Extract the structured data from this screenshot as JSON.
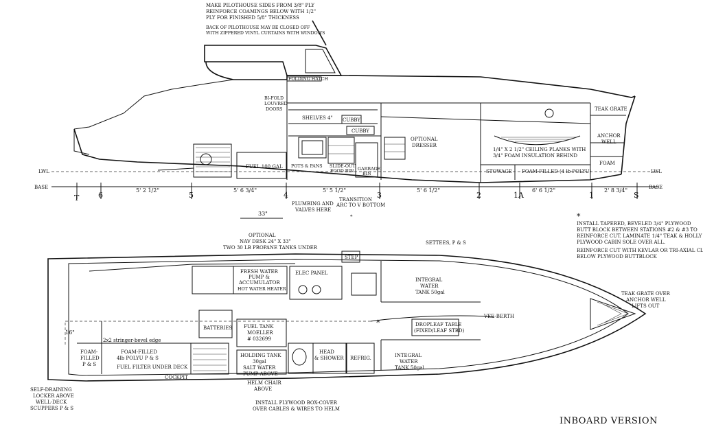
{
  "title": "INBOARD VERSION",
  "notes": {
    "pilothouse_1": "MAKE PILOTHOUSE SIDES FROM 3/8\" PLY",
    "pilothouse_2": "REINFORCE COAMINGS BELOW WITH 1/2\"",
    "pilothouse_3": "PLY FOR FINISHED 5/8\" THICKNESS",
    "back_1": "BACK OF PILOTHOUSE MAY BE CLOSED OFF",
    "back_2": "WITH ZIPPERED VINYL CURTAINS WITH WINDOWS",
    "butt_1": "INSTALL TAPERED, BEVELED 3/4\" PLYWOOD",
    "butt_2": "BUTT BLOCK BETWEEN STATIONS #2 & #3 TO",
    "butt_3": "REINFORCE CUT. LAMINATE 1/4\" TEAK & HOLLY",
    "butt_4": "PLYWOOD CABIN SOLE OVER ALL.",
    "kevlar_1": "REINFORCE CUT WITH KEVLAR OR TRI-AXIAL CLOTH",
    "kevlar_2": "BELOW PLYWOOD BUTTBLOCK",
    "asterisk": "*"
  },
  "profile": {
    "folding_hatch": "FOLDING HATCH",
    "bifold_1": "BI-FOLD",
    "bifold_2": "LOUVRED",
    "bifold_3": "DOORS",
    "shelves": "SHELVES 4\"",
    "cubby_1": "CUBBY",
    "cubby_2": "CUBBY",
    "optional_1": "OPTIONAL",
    "optional_2": "DRESSER",
    "teak_grate": "TEAK GRATE",
    "anchor_1": "ANCHOR",
    "anchor_2": "WELL",
    "ceiling_1": "1/4\" X 2 1/2\" CEILING PLANKS WITH",
    "ceiling_2": "3/4\" FOAM INSULATION BEHIND",
    "foam": "FOAM",
    "fuel": "FUEL 100 GAL",
    "pots": "POTS & PANS",
    "slide_1": "SLIDE-OUT",
    "slide_2": "FOOD BIN",
    "garbage_1": "GARBAGE",
    "garbage_2": "BIN",
    "stowage": "STOWAGE",
    "foam_filled": "FOAM-FILLED (4 lb POLYU)",
    "lwl": "LWL",
    "base": "BASE",
    "stations": [
      "T",
      "6",
      "5",
      "4",
      "3",
      "2",
      "1A",
      "1",
      "S"
    ],
    "spacings": [
      "5' 2 1/2\"",
      "5' 6 3/4\"",
      "5' 5 1/2\"",
      "5' 6 1/2\"",
      "6' 6 1/2\"",
      "2' 8 3/4\""
    ],
    "plumbing_1": "PLUMBING AND",
    "plumbing_2": "VALVES HERE",
    "transition_1": "TRANSITION",
    "transition_2": "ARC TO V BOTTOM",
    "dim_33": "33\""
  },
  "plan": {
    "nav_1": "OPTIONAL",
    "nav_2": "NAV DESK 24\" X 33\"",
    "nav_3": "TWO 30 LB PROPANE TANKS UNDER",
    "settees": "SETTEES, P & S",
    "step": "STEP",
    "fw_1": "FRESH WATER",
    "fw_2": "PUMP &",
    "fw_3": "ACCUMULATOR",
    "fw_4": "HOT WATER HEATER",
    "elec": "ELEC PANEL",
    "integral_1a": "INTEGRAL",
    "integral_1b": "WATER",
    "integral_1c": "TANK 50gal",
    "teak_1": "TEAK GRATE OVER",
    "teak_2": "ANCHOR WELL",
    "teak_3": "LIFTS OUT",
    "vee": "VEE-BERTH",
    "drop_1": "DROPLEAF TABLE",
    "drop_2": "(FIXED/LEAF STBD)",
    "batteries": "BATTERIES",
    "fuel_tank_1": "FUEL TANK",
    "fuel_tank_2": "MOELLER",
    "fuel_tank_3": "# 032699",
    "dim_16": "16\"",
    "stringer": "2x2 stringer-bevel edge",
    "foam_ps_1": "FOAM-",
    "foam_ps_2": "FILLED",
    "foam_ps_3": "P & S",
    "foam_poly_1": "FOAM-FILLED",
    "foam_poly_2": "4lb POLYU  P & S",
    "fuel_filter": "FUEL FILTER UNDER DECK",
    "holding_1": "HOLDING TANK",
    "holding_2": "30gal",
    "holding_3": "SALT WATER",
    "holding_4": "PUMP ABOVE",
    "head_1": "HEAD",
    "head_2": "& SHOWER",
    "refrig": "REFRIG.",
    "integral_2a": "INTEGRAL",
    "integral_2b": "WATER",
    "integral_2c": "TANK 50gal",
    "cockpit": "COCKPIT",
    "helm_1": "HELM CHAIR",
    "helm_2": "ABOVE",
    "self_1": "SELF-DRAINING",
    "self_2": "LOCKER ABOVE",
    "self_3": "WELL-DECK",
    "self_4": "SCUPPERS P & S",
    "install_1": "INSTALL PLYWOOD BOX-COVER",
    "install_2": "OVER CABLES & WIRES TO HELM"
  }
}
